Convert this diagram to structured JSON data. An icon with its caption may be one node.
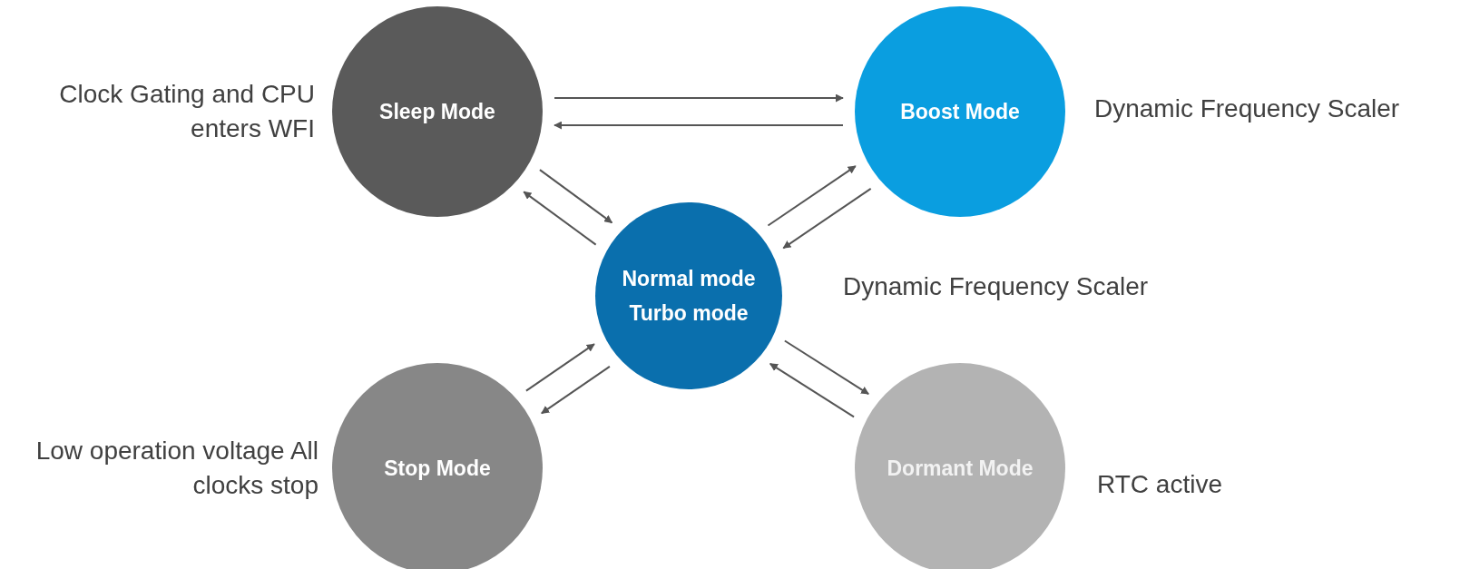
{
  "diagram": {
    "nodes": [
      {
        "text": [
          "Sleep Mode"
        ],
        "beside": [
          "Clock Gating and CPU enters WFI"
        ]
      },
      {
        "text": [
          "Boost Mode"
        ],
        "beside": [
          "Dynamic Frequency Scaler"
        ]
      },
      {
        "text": [
          "Normal mode",
          "Turbo mode"
        ],
        "beside": [
          "Dynamic Frequency Scaler"
        ]
      },
      {
        "text": [
          "Stop Mode"
        ],
        "beside": [
          "Low operation voltage All clocks stop"
        ]
      },
      {
        "text": [
          "Dormant Mode"
        ],
        "beside": [
          "RTC active"
        ]
      }
    ],
    "edges": [
      {
        "from": 0,
        "to": 1,
        "arrow": "to"
      },
      {
        "from": 1,
        "to": 0,
        "arrow": "to"
      },
      {
        "from": 0,
        "to": 2,
        "arrow": "to"
      },
      {
        "from": 2,
        "to": 0,
        "arrow": "to"
      },
      {
        "from": 2,
        "to": 1,
        "arrow": "to"
      },
      {
        "from": 1,
        "to": 2,
        "arrow": "to"
      },
      {
        "from": 3,
        "to": 2,
        "arrow": "to"
      },
      {
        "from": 2,
        "to": 3,
        "arrow": "to"
      },
      {
        "from": 2,
        "to": 4,
        "arrow": "to"
      },
      {
        "from": 4,
        "to": 2,
        "arrow": "to"
      }
    ]
  }
}
